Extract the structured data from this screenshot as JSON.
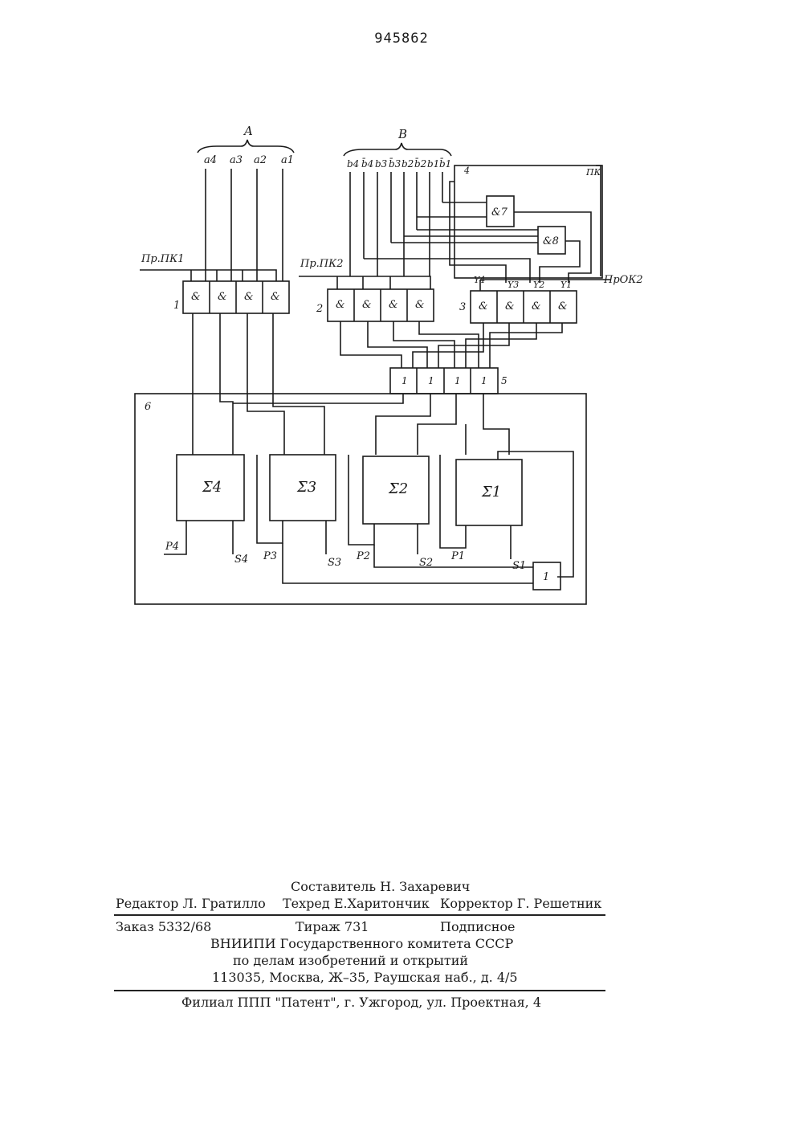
{
  "header": {
    "patent_number": "945862"
  },
  "diagram": {
    "bus_a": "A",
    "bus_b": "B",
    "a_inputs": [
      "a4",
      "a3",
      "a2",
      "a1"
    ],
    "b_inputs": [
      "b4",
      "b̄4",
      "b3",
      "b̄3",
      "b2",
      "b̄2",
      "b1",
      "b̄1"
    ],
    "signal_pk1": "Пр.ПК1",
    "signal_pk2": "Пр.ПК2",
    "signal_obk2": "ПрОК2",
    "pk_label": "ПК",
    "gate_and": "&",
    "gate_or": "1",
    "gate7": "&7",
    "gate8": "&8",
    "y_labels": [
      "Y4",
      "Y3",
      "Y2",
      "Y1"
    ],
    "block_numbers": [
      "1",
      "2",
      "3",
      "4",
      "5",
      "6"
    ],
    "adders": [
      "Σ4",
      "Σ3",
      "Σ2",
      "Σ1"
    ],
    "outputs": [
      "P4",
      "S4",
      "P3",
      "S3",
      "P2",
      "S2",
      "P1",
      "S1"
    ]
  },
  "imprint": {
    "composer": "Составитель Н. Захаревич",
    "editor": "Редактор Л. Гратилло",
    "techred": "Техред Е.Харитончик",
    "corrector": "Корректор Г. Решетник",
    "order": "Заказ 5332/68",
    "circulation": "Тираж 731",
    "subscription": "Подписное",
    "org_line1": "ВНИИПИ Государственного комитета СССР",
    "org_line2": "по делам изобретений и открытий",
    "address": "113035, Москва, Ж–35, Раушская наб., д. 4/5",
    "branch": "Филиал ППП \"Патент\", г. Ужгород, ул. Проектная, 4"
  }
}
